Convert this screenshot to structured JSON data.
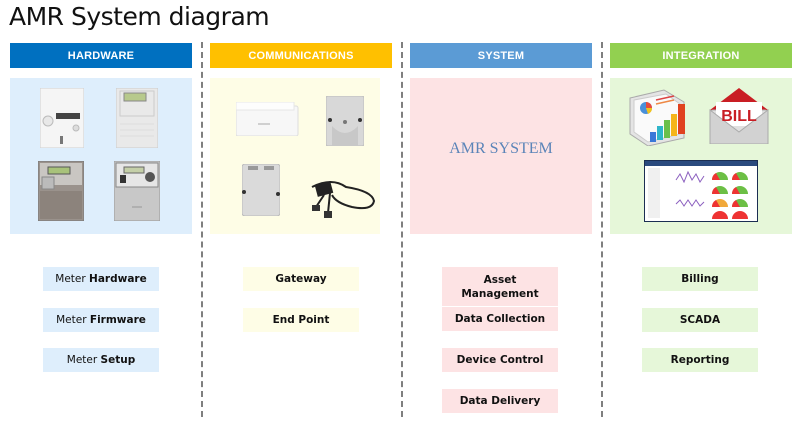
{
  "title": "AMR System diagram",
  "columns": [
    {
      "id": "hardware",
      "header": "HARDWARE",
      "header_color": "#0070c0",
      "panel_color": "#deeefc",
      "images": [
        "meter-icon",
        "meter-icon",
        "meter-icon",
        "meter-icon"
      ],
      "items": [
        {
          "prefix": "Meter ",
          "bold": "Hardware"
        },
        {
          "prefix": "Meter ",
          "bold": "Firmware"
        },
        {
          "prefix": "Meter ",
          "bold": "Setup"
        }
      ]
    },
    {
      "id": "communications",
      "header": "COMMUNICATIONS",
      "header_color": "#ffc000",
      "panel_color": "#fefde6",
      "images": [
        "gateway-device-icon",
        "endpoint-device-icon",
        "endpoint-device-icon",
        "cable-adapter-icon"
      ],
      "items": [
        {
          "prefix": "",
          "bold": "Gateway"
        },
        {
          "prefix": "",
          "bold": "End Point"
        }
      ]
    },
    {
      "id": "system",
      "header": "SYSTEM",
      "header_color": "#5b9bd5",
      "panel_color": "#fde3e4",
      "panel_label": "AMR SYSTEM",
      "items": [
        {
          "prefix": "",
          "bold": "Asset Management"
        },
        {
          "prefix": "",
          "bold": "Data Collection"
        },
        {
          "prefix": "",
          "bold": "Device Control"
        },
        {
          "prefix": "",
          "bold": "Data Delivery"
        }
      ]
    },
    {
      "id": "integration",
      "header": "INTEGRATION",
      "header_color": "#92d050",
      "panel_color": "#e6f7d9",
      "images": [
        "reports-chart-icon",
        "bill-envelope-icon",
        "dashboard-screenshot-icon"
      ],
      "bill_text": "BILL",
      "items": [
        {
          "prefix": "",
          "bold": "Billing"
        },
        {
          "prefix": "",
          "bold": "SCADA"
        },
        {
          "prefix": "",
          "bold": "Reporting"
        }
      ]
    }
  ]
}
